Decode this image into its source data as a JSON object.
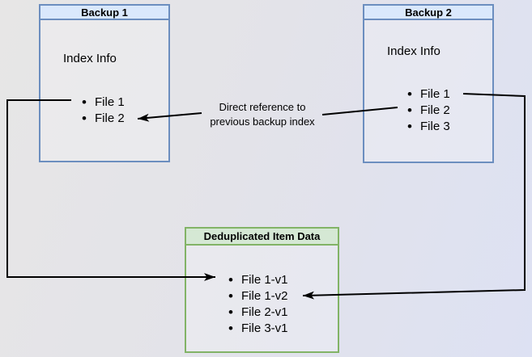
{
  "nodes": {
    "backup1": {
      "title": "Backup 1",
      "subtitle": "Index Info",
      "files": [
        "File 1",
        "File 2"
      ]
    },
    "backup2": {
      "title": "Backup 2",
      "subtitle": "Index Info",
      "files": [
        "File 1",
        "File 2",
        "File 3"
      ]
    },
    "dedup": {
      "title": "Deduplicated Item Data",
      "files": [
        "File 1-v1",
        "File 1-v2",
        "File 2-v1",
        "File 3-v1"
      ]
    }
  },
  "annotation": {
    "line1": "Direct reference to",
    "line2": "previous backup index"
  },
  "colors": {
    "blue_fill": "#dae8fc",
    "blue_border": "#6c8ebf",
    "green_fill": "#d5e8d4",
    "green_border": "#82b366",
    "connector": "#000000",
    "background_start": "#e7e6e6",
    "background_end": "#dde1f3"
  }
}
